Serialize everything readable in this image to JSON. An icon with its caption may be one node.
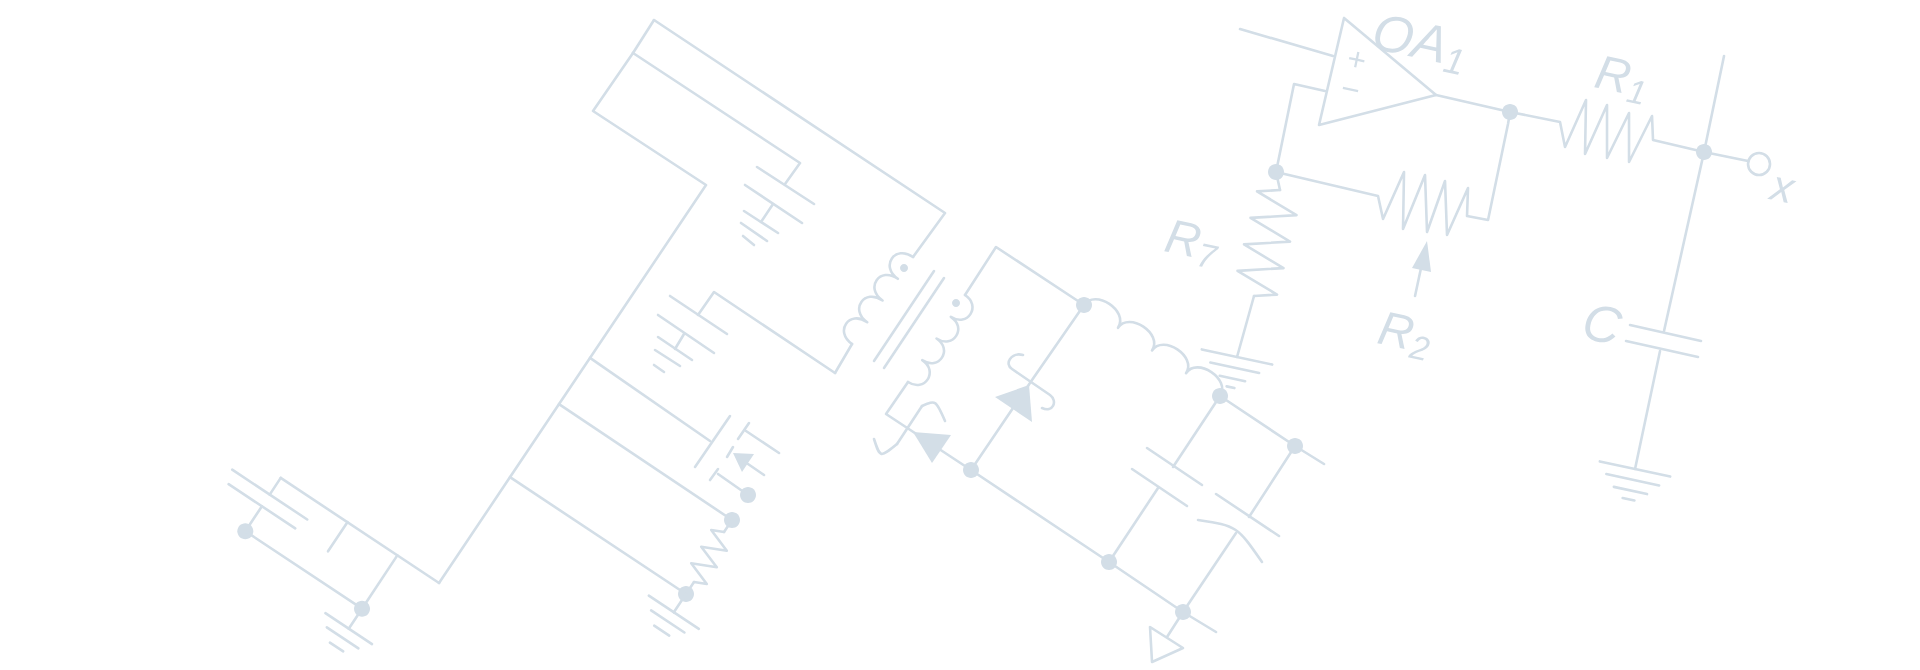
{
  "diagram": {
    "labels": [
      "OA$_{1}$",
      "+",
      "−",
      "R$_{1}$",
      "x",
      "R$_{7}$",
      "R$_{2}$",
      "C"
    ]
  }
}
